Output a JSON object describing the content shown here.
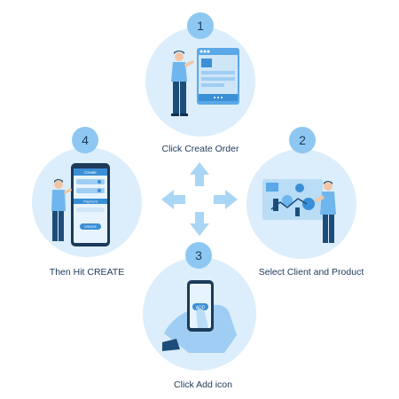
{
  "colors": {
    "circle_bg": "#dceefb",
    "badge_bg": "#8ec8f2",
    "arrow": "#a9d6f5",
    "text": "#1c3a5a",
    "accent": "#3a8fd6"
  },
  "steps": [
    {
      "number": "1",
      "label": "Click Create Order",
      "illustration": "person-with-browser-window"
    },
    {
      "number": "2",
      "label": "Select Client and Product",
      "illustration": "person-with-product-board"
    },
    {
      "number": "3",
      "label": "Click Add icon",
      "illustration": "hand-tapping-phone"
    },
    {
      "number": "4",
      "label": "Then Hit CREATE",
      "illustration": "person-with-phone-form"
    }
  ],
  "phone_form": {
    "header": "Create",
    "section": "Payment",
    "button": "CREATE"
  },
  "phone_add_button": "ADD",
  "center_arrows": [
    "arrow-up",
    "arrow-right",
    "arrow-down",
    "arrow-left"
  ]
}
